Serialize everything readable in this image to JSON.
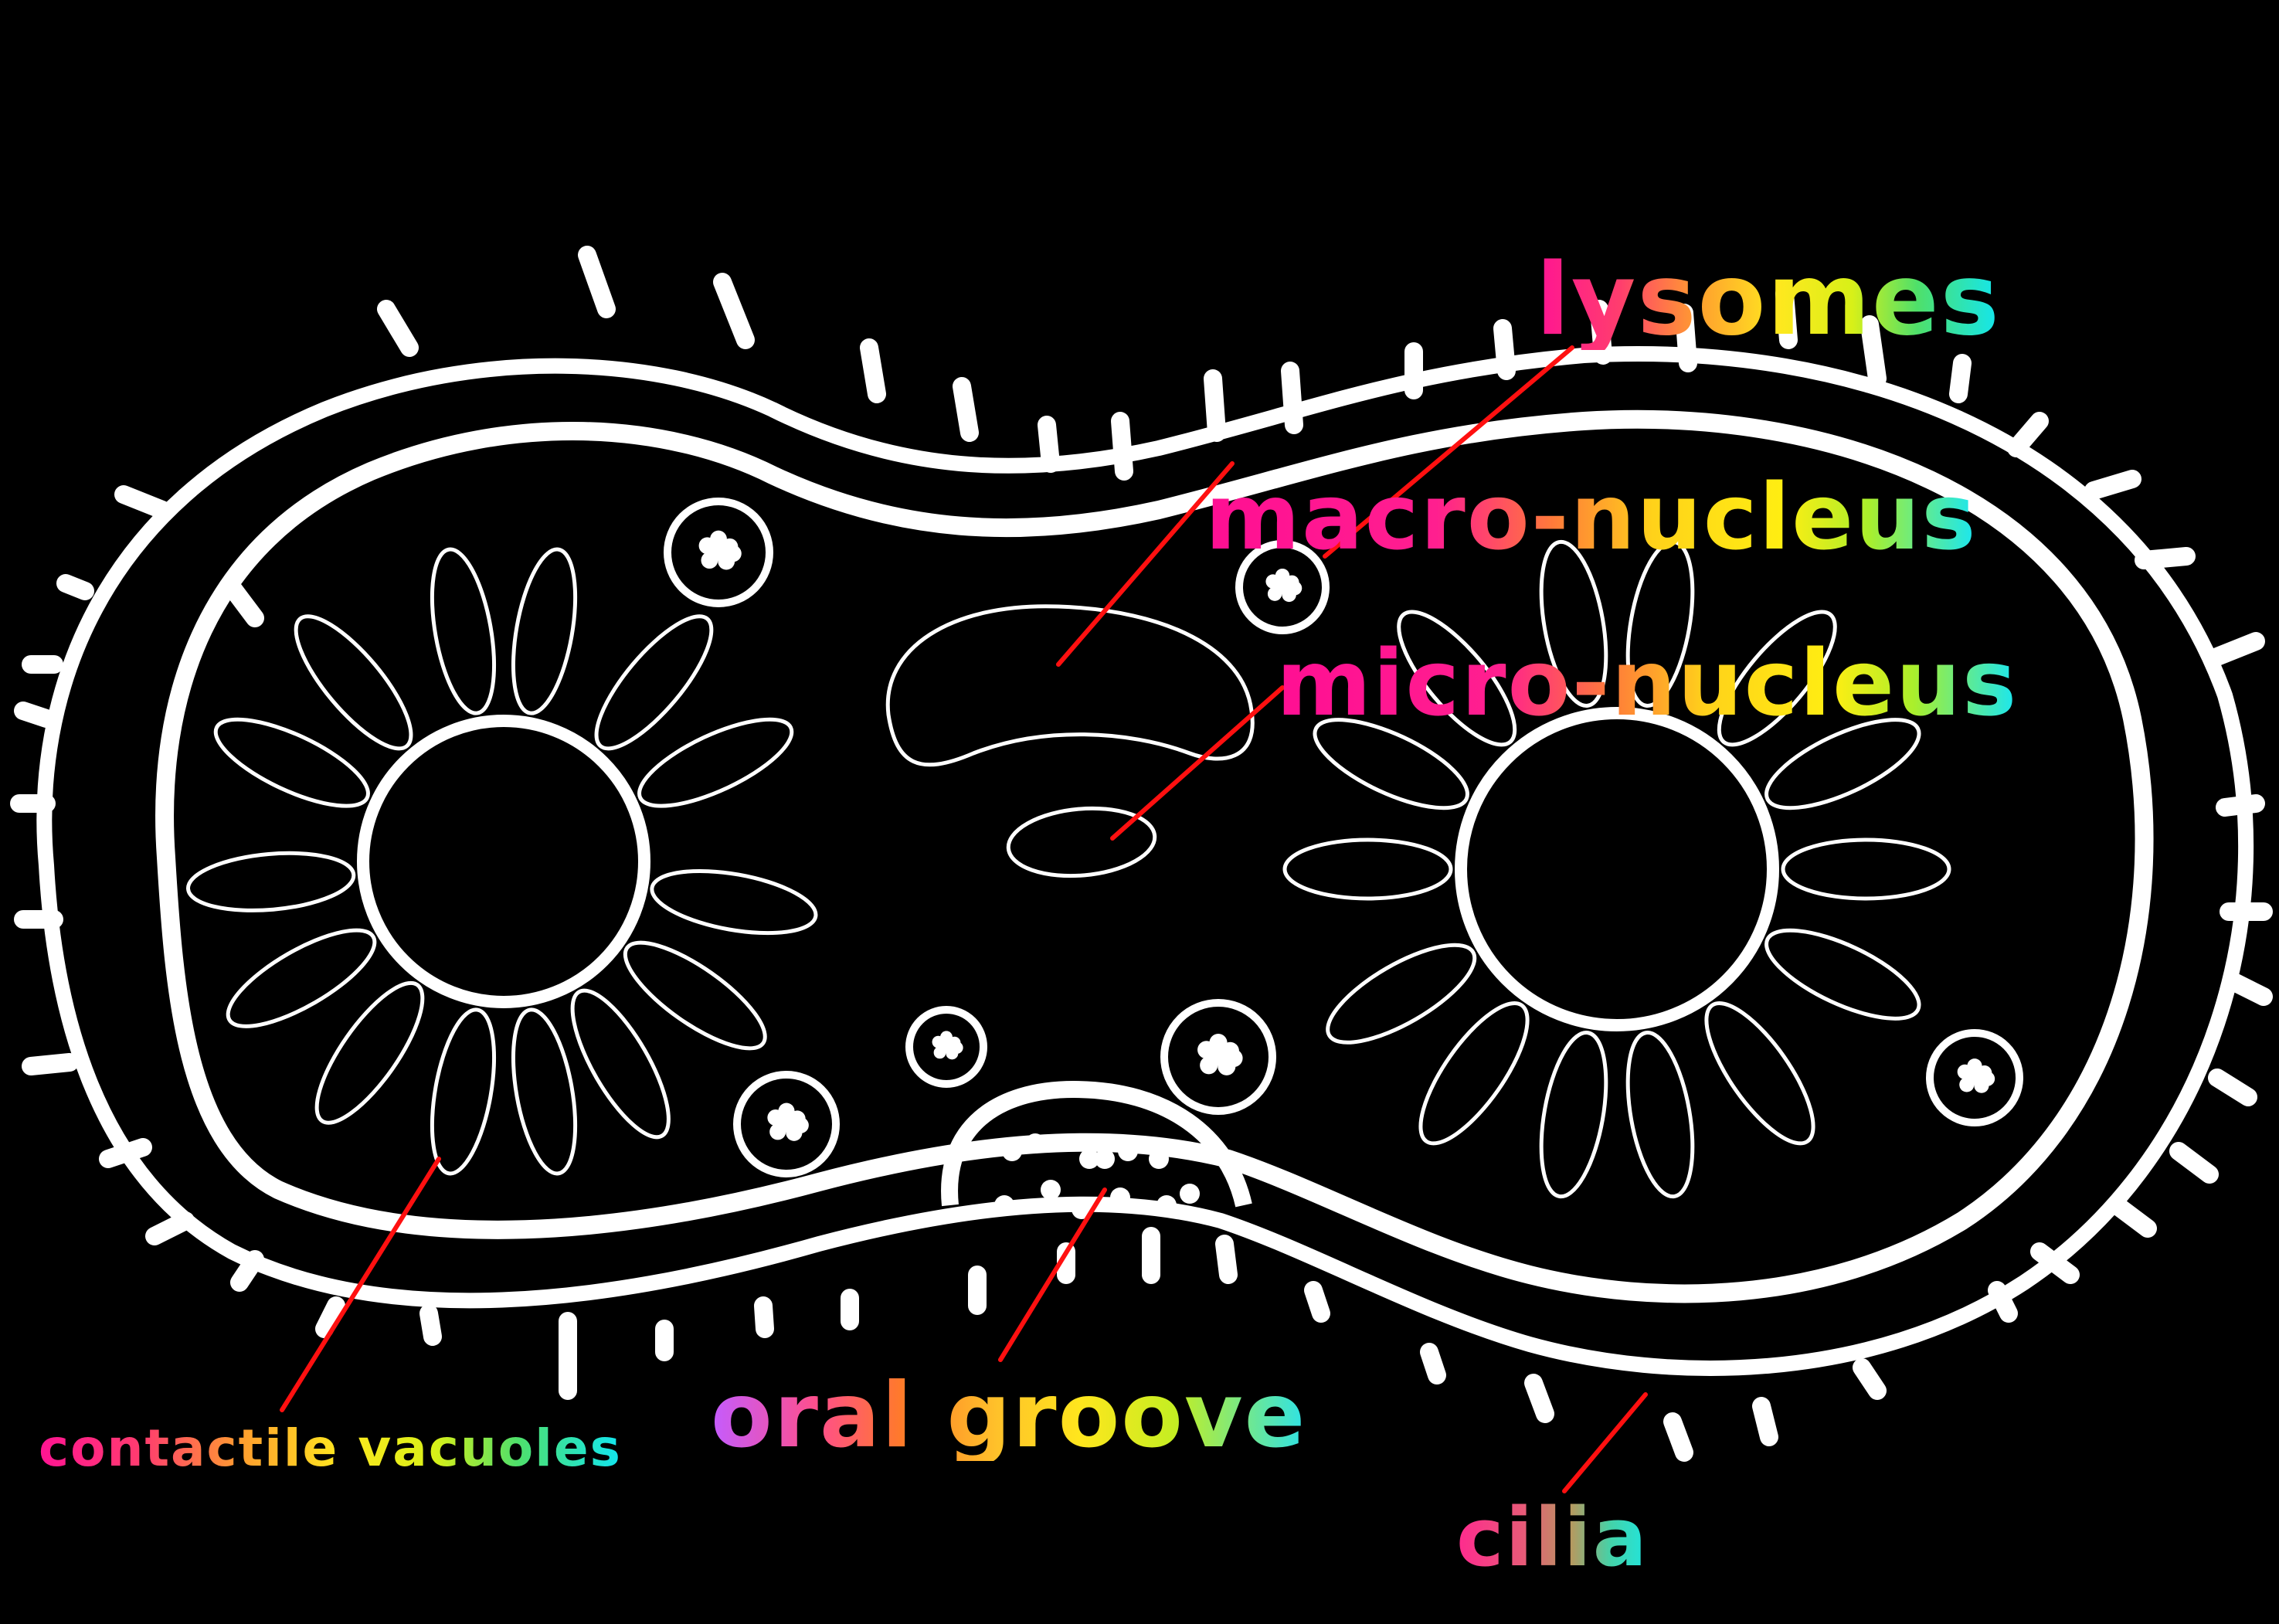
{
  "diagram": {
    "labels": {
      "lysomes": "lysomes",
      "macro_nucleus": "macro-nucleus",
      "micro_nucleus": "micro-nucleus",
      "oral_groove": "oral groove",
      "contractile_vacuoles": "contactile vacuoles",
      "cilia": "cilia"
    },
    "colors": {
      "background": "#000000",
      "outline": "#ffffff",
      "pointer": "#ff1010",
      "label_gradient": [
        "#ff1493",
        "#ff9f2e",
        "#ffe81f",
        "#12e6f2"
      ]
    }
  }
}
